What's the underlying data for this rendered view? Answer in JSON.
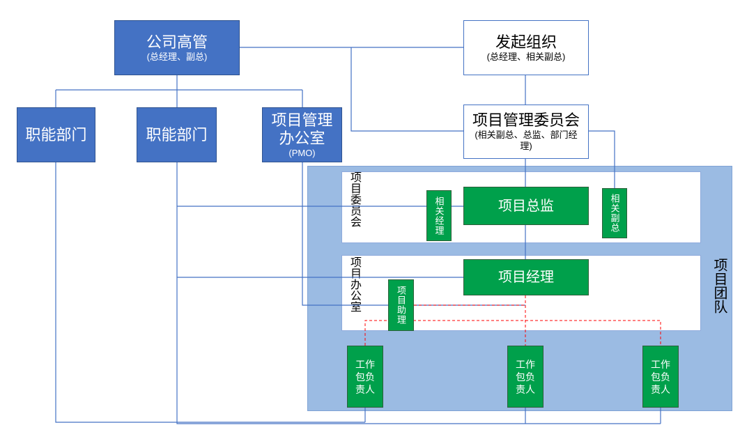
{
  "nodes": {
    "company_exec": {
      "title": "公司高管",
      "subtitle": "(总经理、副总)"
    },
    "sponsor": {
      "title": "发起组织",
      "subtitle": "(总经理、相关副总)"
    },
    "func_dept_1": {
      "title": "职能部门"
    },
    "func_dept_2": {
      "title": "职能部门"
    },
    "pmo": {
      "title": "项目管理办公室",
      "subtitle": "(PMO)"
    },
    "pm_committee": {
      "title": "项目管理委员会",
      "subtitle": "(相关副总、总监、部门经理)"
    },
    "project_committee_label": "项目委员会",
    "project_director": "项目总监",
    "related_manager": "相关经理",
    "related_vp": "相关副总",
    "project_office_label": "项目办公室",
    "project_manager": "项目经理",
    "project_assistant": "项目助理",
    "wp_lead_1": "工作包负责人",
    "wp_lead_2": "工作包负责人",
    "wp_lead_3": "工作包负责人",
    "project_team_label": "项目团队"
  },
  "colors": {
    "management_box": "#4472c4",
    "team_box": "#00a04b",
    "team_area": "#9bbbe3",
    "connector": "#4472c4",
    "dashed_connector": "#ff0000"
  }
}
